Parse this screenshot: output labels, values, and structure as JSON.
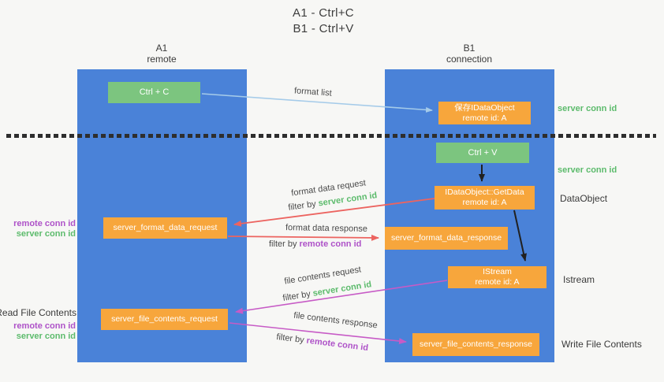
{
  "title": {
    "line1": "A1 - Ctrl+C",
    "line2": "B1 - Ctrl+V"
  },
  "columns": {
    "a": {
      "name": "A1",
      "role": "remote"
    },
    "b": {
      "name": "B1",
      "role": "connection"
    }
  },
  "nodes": {
    "ctrl_c": "Ctrl + C",
    "save_idataobject": {
      "line1": "保存IDataObject",
      "line2": "remote id: A"
    },
    "ctrl_v": "Ctrl + V",
    "getdata": {
      "line1": "IDataObject::GetData",
      "line2": "remote id: A"
    },
    "server_format_data_request": "server_format_data_request",
    "server_format_data_response": "server_format_data_response",
    "istream": {
      "line1": "IStream",
      "line2": "remote id: A"
    },
    "server_file_contents_request": "server_file_contents_request",
    "server_file_contents_response": "server_file_contents_response"
  },
  "right_labels": {
    "server_conn_id_top": "server conn id",
    "server_conn_id_mid": "server conn id",
    "dataobject": "DataObject",
    "istream": "Istream",
    "write_file_contents": "Write File Contents"
  },
  "left_labels": {
    "remote_conn_id_format": "remote conn id",
    "server_conn_id_format": "server conn id",
    "read_file_contents": "Read File Contents",
    "remote_conn_id_file": "remote conn id",
    "server_conn_id_file": "server conn id"
  },
  "arrow_labels": {
    "format_list": "format list",
    "format_data_request": "format data request",
    "format_data_response": "format data response",
    "file_contents_request": "file contents request",
    "file_contents_response": "file contents response",
    "filter_by": "filter by ",
    "server_conn_id": "server conn id",
    "remote_conn_id": "remote conn id"
  },
  "colors": {
    "column_blue": "#4a82d8",
    "box_green": "#7cc57f",
    "box_orange": "#f7a63c",
    "arrow_light_blue": "#a5cbe9",
    "arrow_red": "#ec6460",
    "arrow_magenta": "#c75bc6",
    "arrow_black": "#212121",
    "text_green": "#5cbb6c",
    "text_purple": "#ae52c8"
  }
}
